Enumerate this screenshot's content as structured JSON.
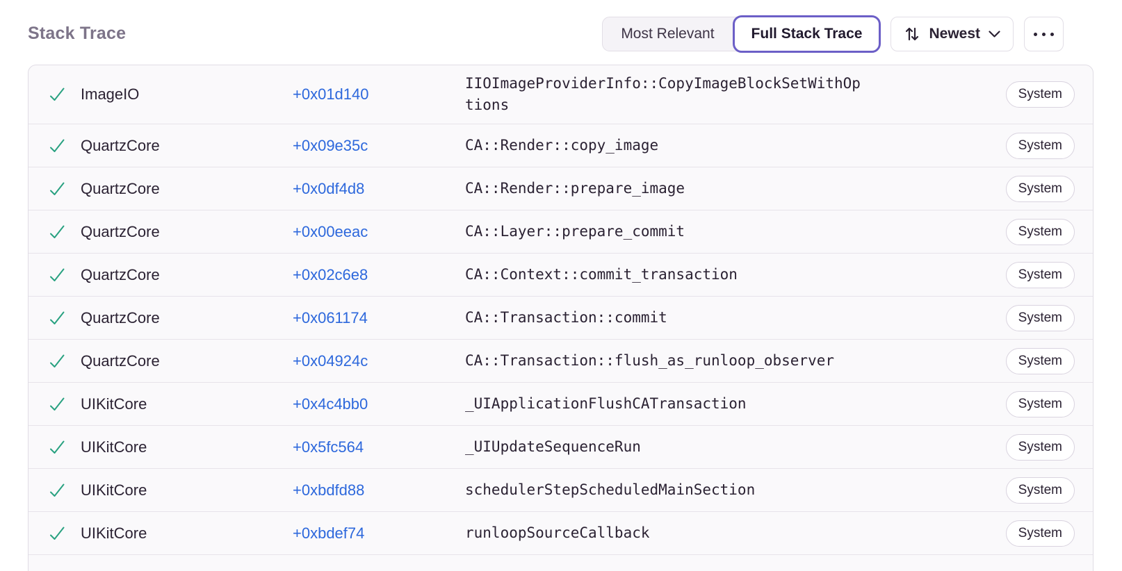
{
  "header": {
    "title": "Stack Trace",
    "view_toggle": [
      {
        "label": "Most Relevant",
        "active": false
      },
      {
        "label": "Full Stack Trace",
        "active": true
      }
    ],
    "sort_button": {
      "label": "Newest"
    },
    "more_button": {
      "label": "more-options"
    }
  },
  "colors": {
    "accent_purple": "#6c5fc7",
    "link_blue": "#2d68dc",
    "success_green": "#28a180",
    "title_gray": "#7d7489",
    "text_dark": "#2b2233",
    "row_background": "#faf9fb",
    "border_light": "#e0dce5"
  },
  "table": {
    "rows": [
      {
        "module": "ImageIO",
        "offset": "+0x01d140",
        "function": "IIOImageProviderInfo::CopyImageBlockSetWithOptions",
        "badge": "System"
      },
      {
        "module": "QuartzCore",
        "offset": "+0x09e35c",
        "function": "CA::Render::copy_image",
        "badge": "System"
      },
      {
        "module": "QuartzCore",
        "offset": "+0x0df4d8",
        "function": "CA::Render::prepare_image",
        "badge": "System"
      },
      {
        "module": "QuartzCore",
        "offset": "+0x00eeac",
        "function": "CA::Layer::prepare_commit",
        "badge": "System"
      },
      {
        "module": "QuartzCore",
        "offset": "+0x02c6e8",
        "function": "CA::Context::commit_transaction",
        "badge": "System"
      },
      {
        "module": "QuartzCore",
        "offset": "+0x061174",
        "function": "CA::Transaction::commit",
        "badge": "System"
      },
      {
        "module": "QuartzCore",
        "offset": "+0x04924c",
        "function": "CA::Transaction::flush_as_runloop_observer",
        "badge": "System"
      },
      {
        "module": "UIKitCore",
        "offset": "+0x4c4bb0",
        "function": "_UIApplicationFlushCATransaction",
        "badge": "System"
      },
      {
        "module": "UIKitCore",
        "offset": "+0x5fc564",
        "function": "_UIUpdateSequenceRun",
        "badge": "System"
      },
      {
        "module": "UIKitCore",
        "offset": "+0xbdfd88",
        "function": "schedulerStepScheduledMainSection",
        "badge": "System"
      },
      {
        "module": "UIKitCore",
        "offset": "+0xbdef74",
        "function": "runloopSourceCallback",
        "badge": "System"
      }
    ]
  }
}
